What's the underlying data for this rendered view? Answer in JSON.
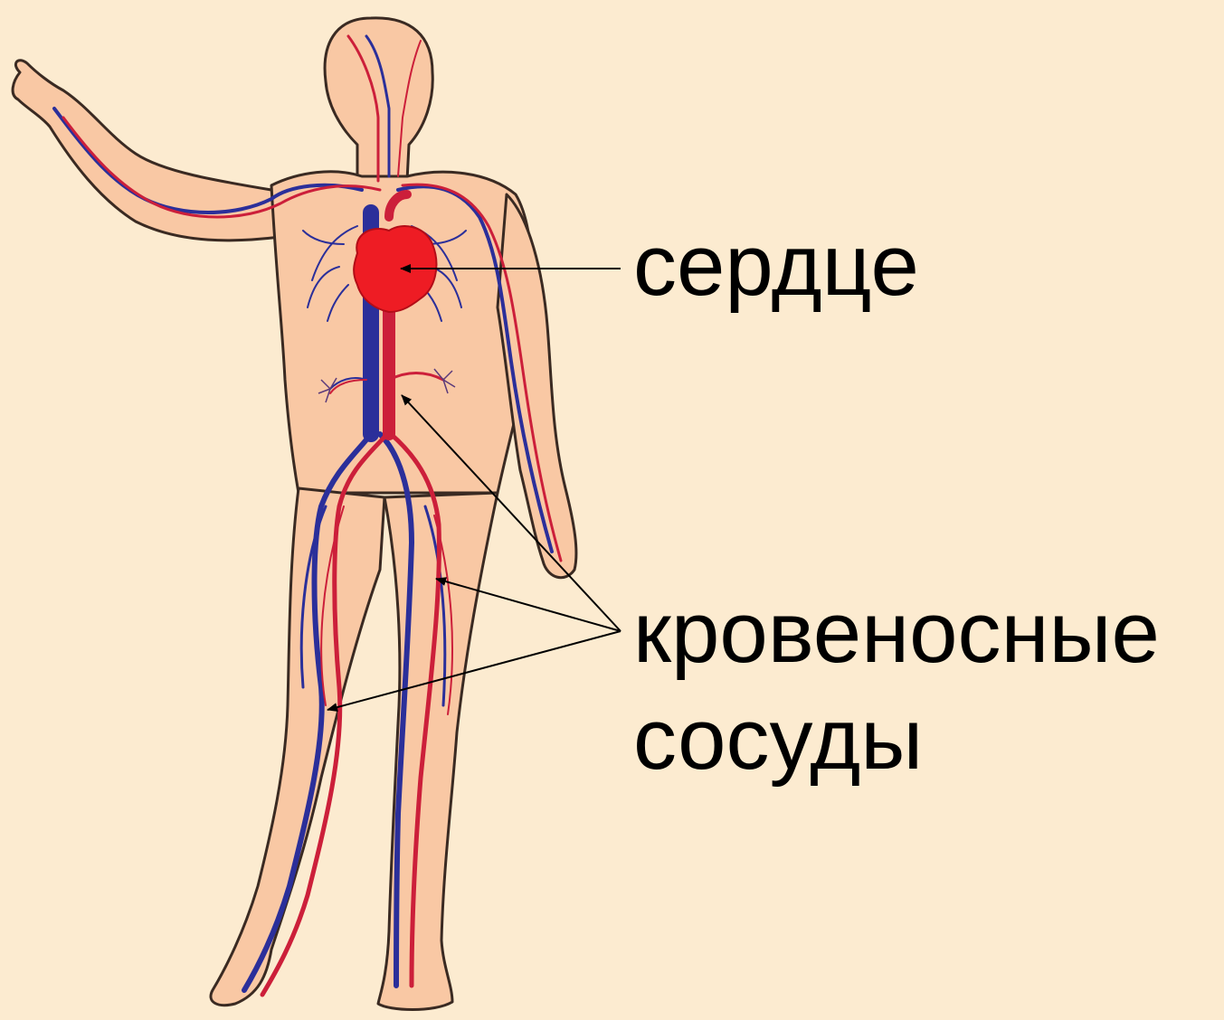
{
  "labels": {
    "heart": "сердце",
    "vessels_line1": "кровеносные",
    "vessels_line2": "сосуды"
  },
  "colors": {
    "background": "#fcebd0",
    "skin": "#f9c8a4",
    "outline": "#3a2a22",
    "artery": "#cc1f3a",
    "vein": "#2b2f9a",
    "heart": "#ee1c24",
    "pointer": "#000000"
  },
  "icons": {
    "figure": "human-circulatory-system-icon",
    "heart": "heart-icon"
  }
}
